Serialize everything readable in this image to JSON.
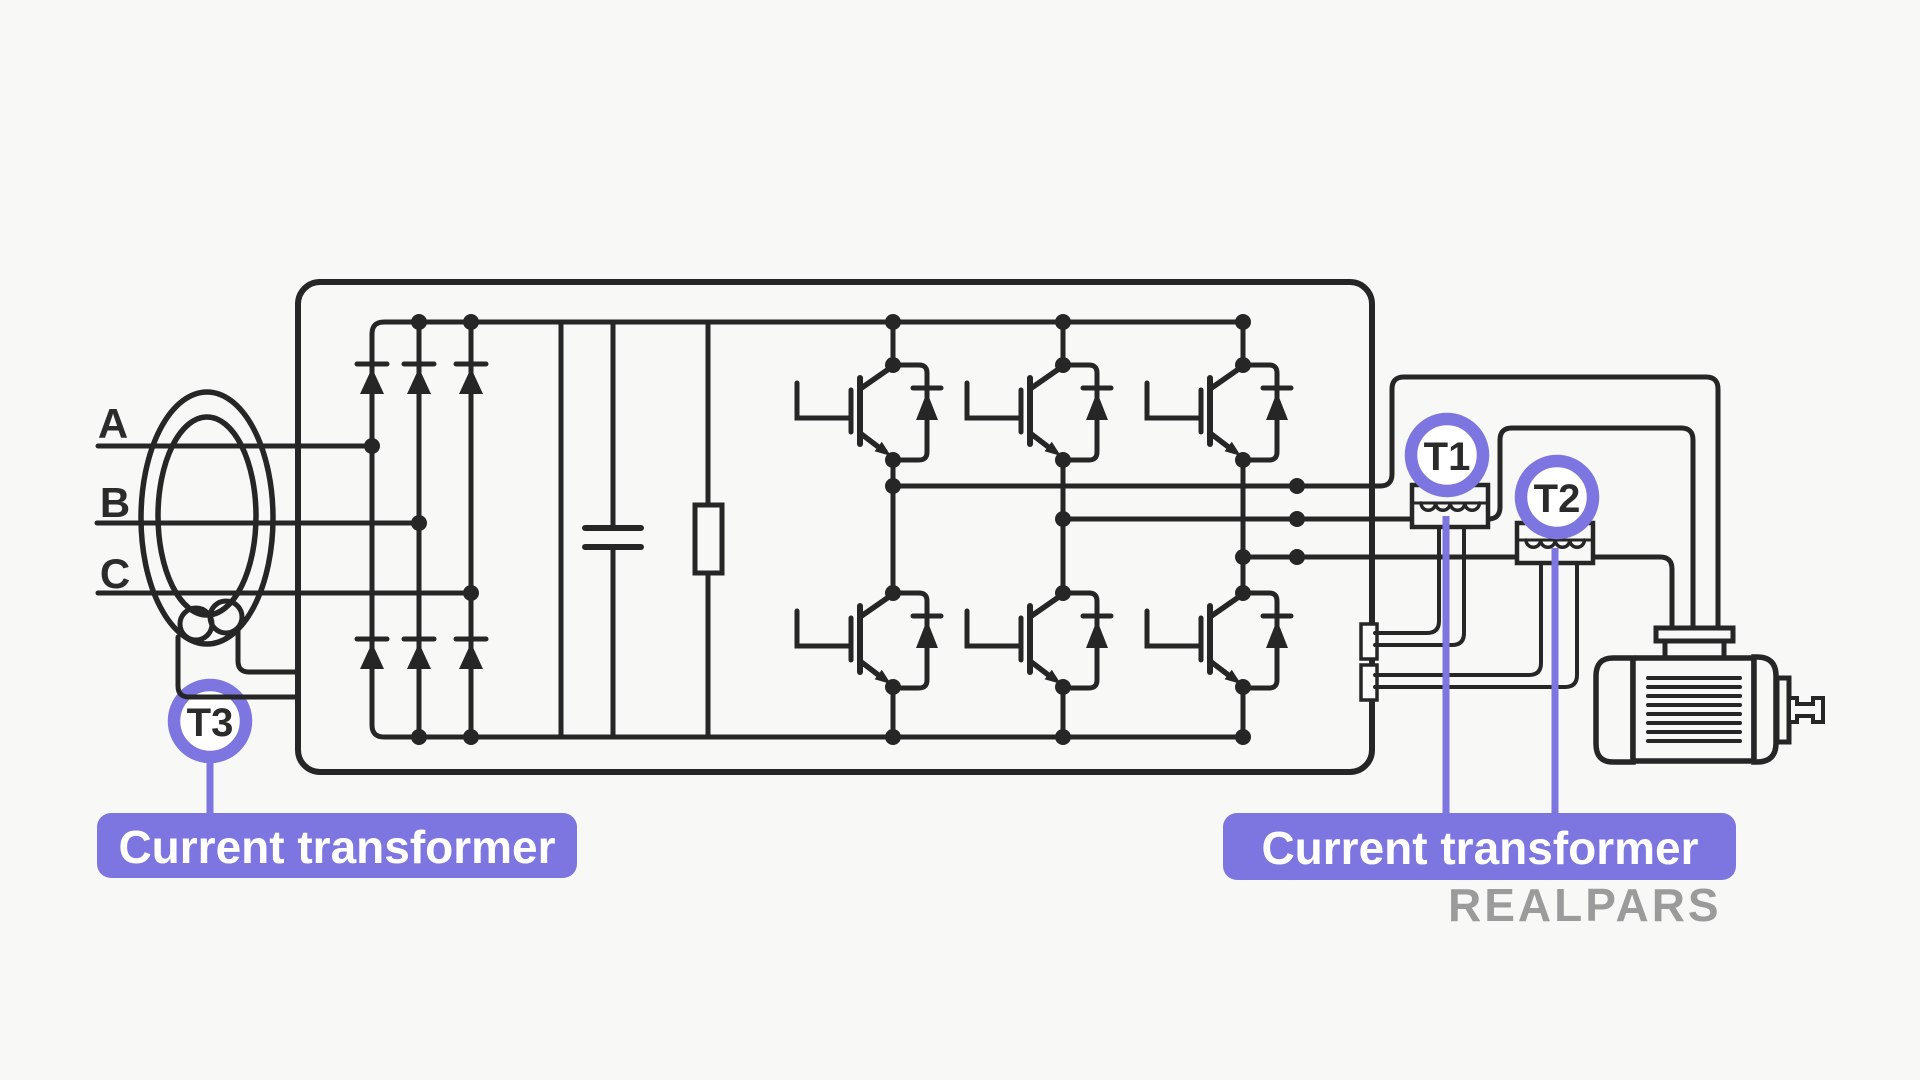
{
  "diagram": {
    "title_hint": "VFD with current transformers schematic",
    "background_color": "#f8f8f7",
    "line_color": "#262626",
    "accent_purple": "#7d75e0",
    "watermark_color": "#9b9b9b",
    "phase_labels": {
      "a": "A",
      "b": "B",
      "c": "C"
    },
    "transformer_tags": {
      "t1": "T1",
      "t2": "T2",
      "t3": "T3"
    },
    "callouts": {
      "left_label": "Current transformer",
      "right_label": "Current transformer"
    },
    "watermark": "REALPARS"
  }
}
